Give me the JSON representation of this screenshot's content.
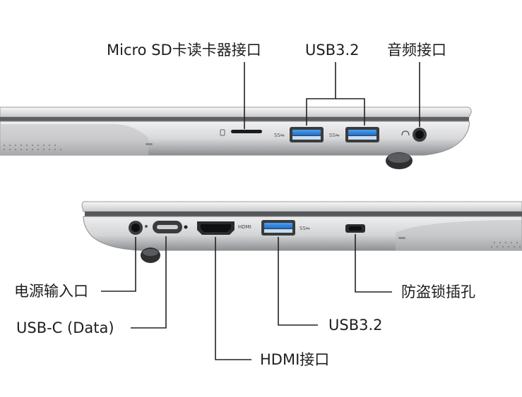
{
  "top_view": {
    "labels": {
      "sd_reader": "Micro SD卡读卡器接口",
      "usb": "USB3.2",
      "audio": "音频接口"
    }
  },
  "bottom_view": {
    "labels": {
      "power": "电源输入口",
      "usb_c": "USB-C (Data)",
      "hdmi": "HDMI接口",
      "usb": "USB3.2",
      "lock": "防盗锁插孔"
    },
    "port_text": {
      "hdmi": "HDMI"
    }
  },
  "colors": {
    "usb_blue": "#2f86e0",
    "chassis": "#d9dadc",
    "line": "#222222"
  }
}
